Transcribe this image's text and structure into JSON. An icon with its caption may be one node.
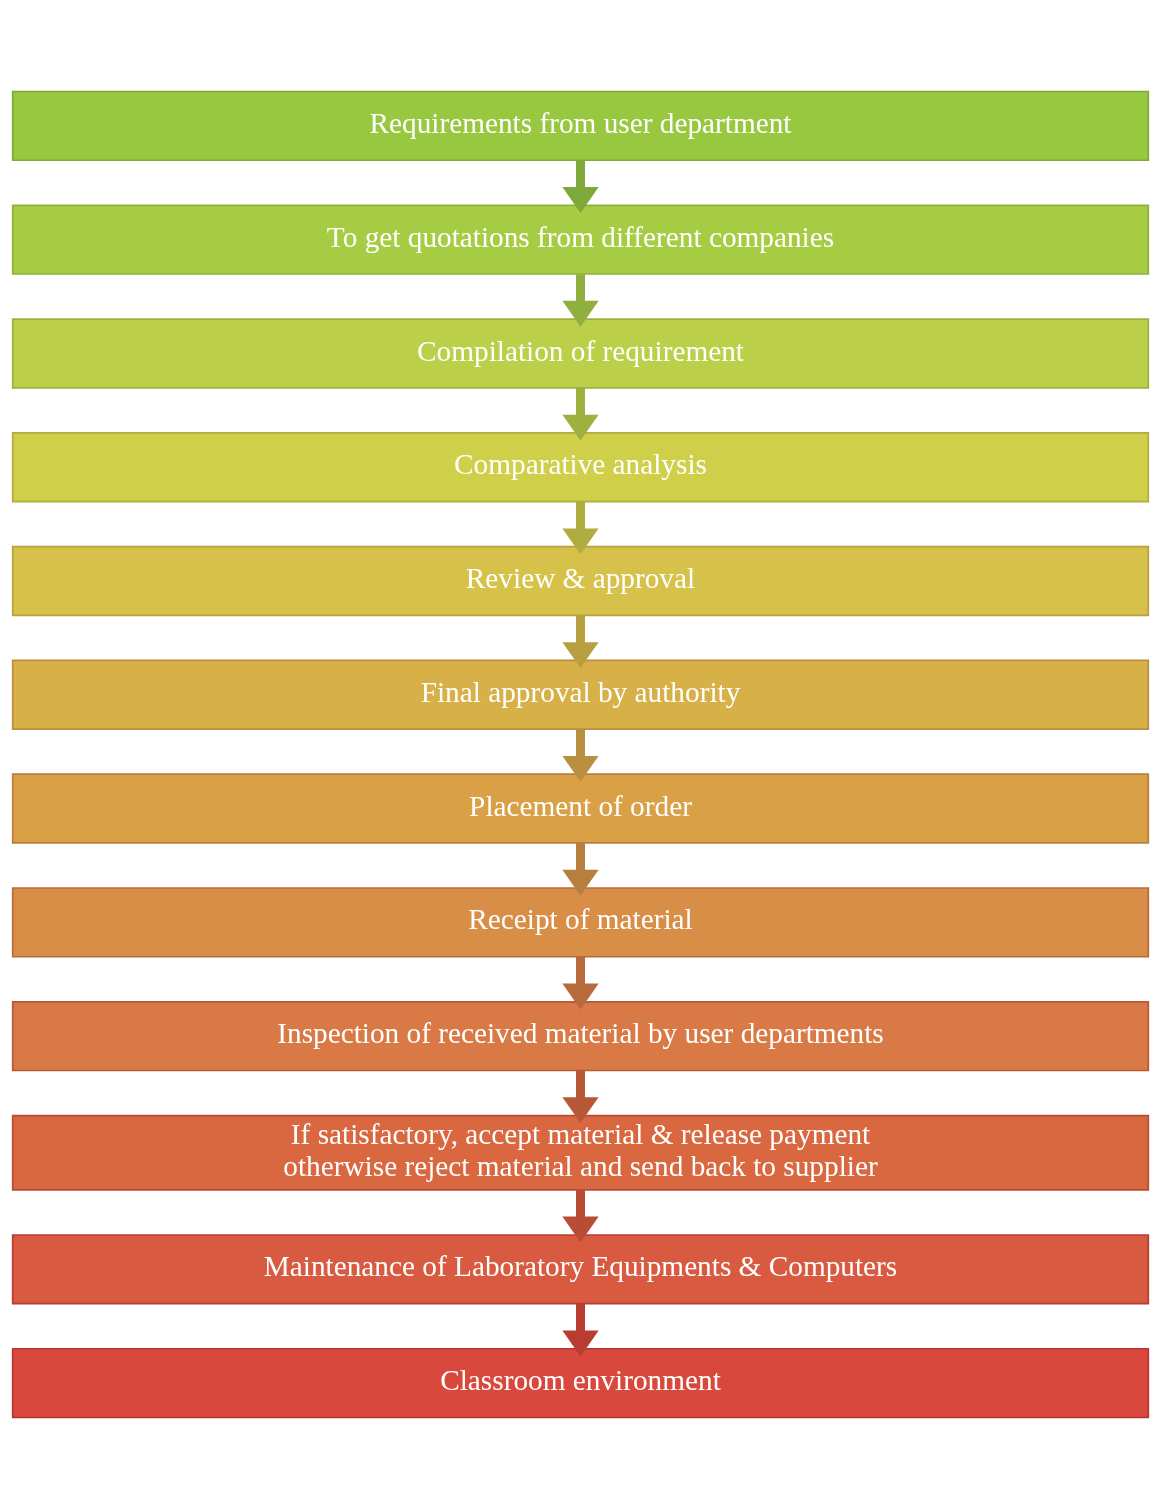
{
  "diagram": {
    "nodes": [
      {
        "text": [
          "Requirements from user department"
        ]
      },
      {
        "text": [
          "To get quotations from different companies"
        ]
      },
      {
        "text": [
          "Compilation of requirement"
        ]
      },
      {
        "text": [
          "Comparative analysis"
        ]
      },
      {
        "text": [
          "Review & approval"
        ]
      },
      {
        "text": [
          "Final approval by authority"
        ]
      },
      {
        "text": [
          "Placement of order"
        ]
      },
      {
        "text": [
          "Receipt of material"
        ]
      },
      {
        "text": [
          "Inspection of received material by user departments"
        ]
      },
      {
        "text": [
          "If satisfactory, accept material & release payment otherwise reject material and send back to supplier"
        ]
      },
      {
        "text": [
          "Maintenance of Laboratory Equipments & Computers"
        ]
      },
      {
        "text": [
          "Classroom environment"
        ]
      }
    ],
    "edges": [
      {
        "from": 0,
        "to": 1,
        "arrow": "to",
        "color": "#7fa83a"
      },
      {
        "from": 1,
        "to": 2,
        "arrow": "to",
        "color": "#8fb03c"
      },
      {
        "from": 2,
        "to": 3,
        "arrow": "to",
        "color": "#a0b03e"
      },
      {
        "from": 3,
        "to": 4,
        "arrow": "to",
        "color": "#b0ac40"
      },
      {
        "from": 4,
        "to": 5,
        "arrow": "to",
        "color": "#b8a040"
      },
      {
        "from": 5,
        "to": 6,
        "arrow": "to",
        "color": "#b89040"
      },
      {
        "from": 6,
        "to": 7,
        "arrow": "to",
        "color": "#b87e3e"
      },
      {
        "from": 7,
        "to": 8,
        "arrow": "to",
        "color": "#b86a3c"
      },
      {
        "from": 8,
        "to": 9,
        "arrow": "to",
        "color": "#b85836"
      },
      {
        "from": 9,
        "to": 10,
        "arrow": "to",
        "color": "#b84c34"
      },
      {
        "from": 10,
        "to": 11,
        "arrow": "to",
        "color": "#b83c30"
      }
    ]
  }
}
